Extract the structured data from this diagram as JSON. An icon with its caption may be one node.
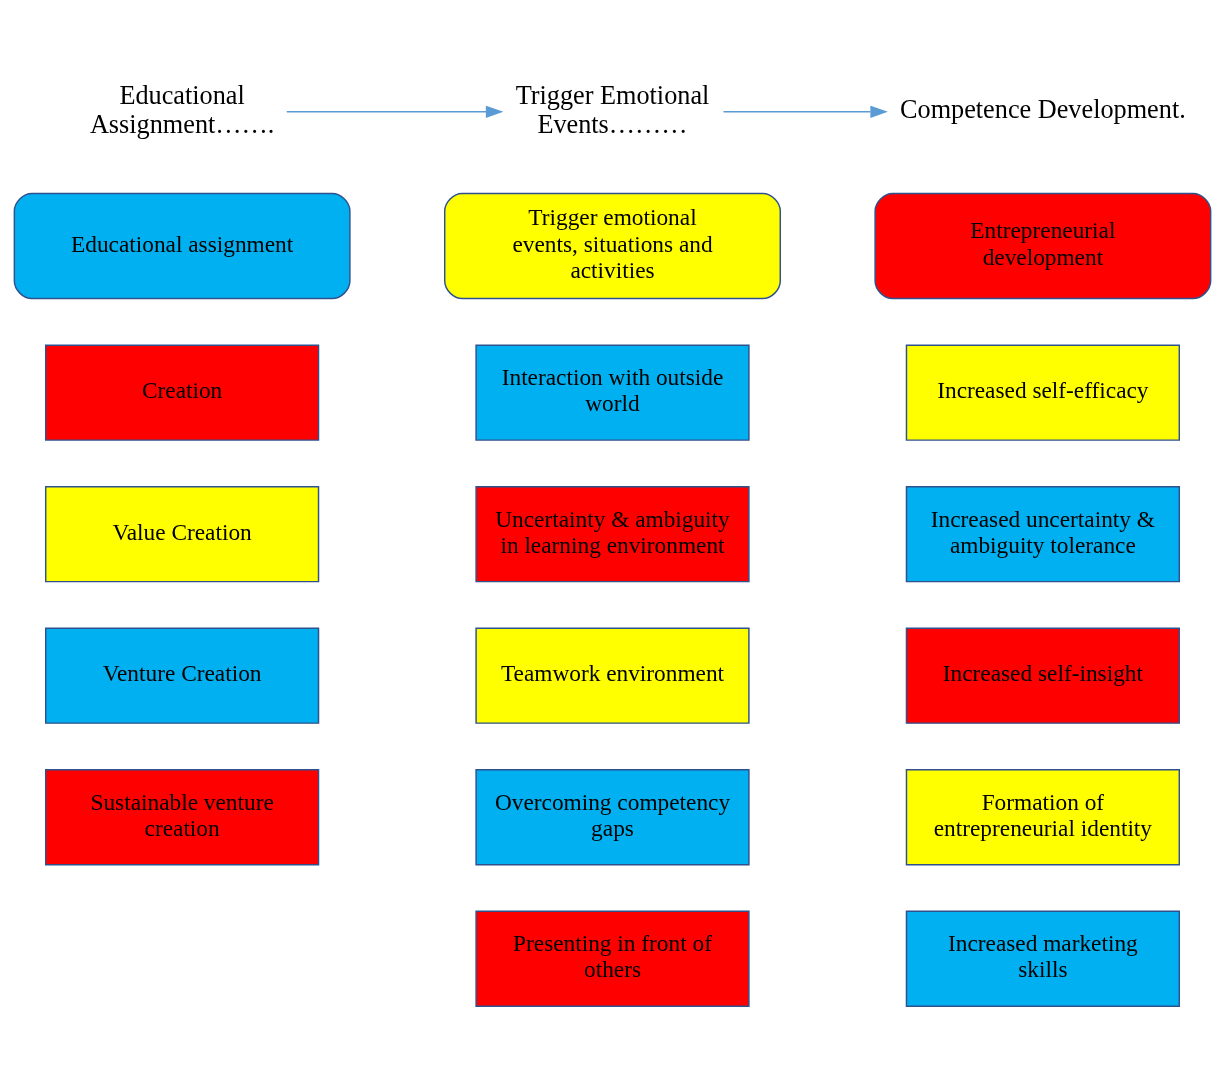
{
  "diagram": {
    "nodes": [
      {
        "text": [
          "Educational Assignment……."
        ]
      },
      {
        "text": [
          "Trigger Emotional Events………"
        ]
      },
      {
        "text": [
          "Competence Development."
        ]
      },
      {
        "text": [
          "Educational assignment"
        ]
      },
      {
        "text": [
          "Trigger emotional events, situations and activities"
        ]
      },
      {
        "text": [
          "Entrepreneurial development"
        ]
      },
      {
        "text": [
          "Creation"
        ]
      },
      {
        "text": [
          "Interaction with outside world"
        ]
      },
      {
        "text": [
          "Increased self-efficacy"
        ]
      },
      {
        "text": [
          "Value Creation"
        ]
      },
      {
        "text": [
          "Uncertainty & ambiguity in learning environment"
        ]
      },
      {
        "text": [
          "Increased uncertainty & ambiguity tolerance"
        ]
      },
      {
        "text": [
          "Venture Creation"
        ]
      },
      {
        "text": [
          "Teamwork environment"
        ]
      },
      {
        "text": [
          "Increased self-insight"
        ]
      },
      {
        "text": [
          "Sustainable venture creation"
        ]
      },
      {
        "text": [
          "Overcoming competency gaps"
        ]
      },
      {
        "text": [
          "Formation of entrepreneurial identity"
        ]
      },
      {
        "text": [
          "Presenting in front of others"
        ]
      },
      {
        "text": [
          "Increased marketing skills"
        ]
      }
    ],
    "edges": [
      {
        "from": 0,
        "to": 1,
        "arrow": "to"
      },
      {
        "from": 1,
        "to": 2,
        "arrow": "to"
      }
    ]
  }
}
